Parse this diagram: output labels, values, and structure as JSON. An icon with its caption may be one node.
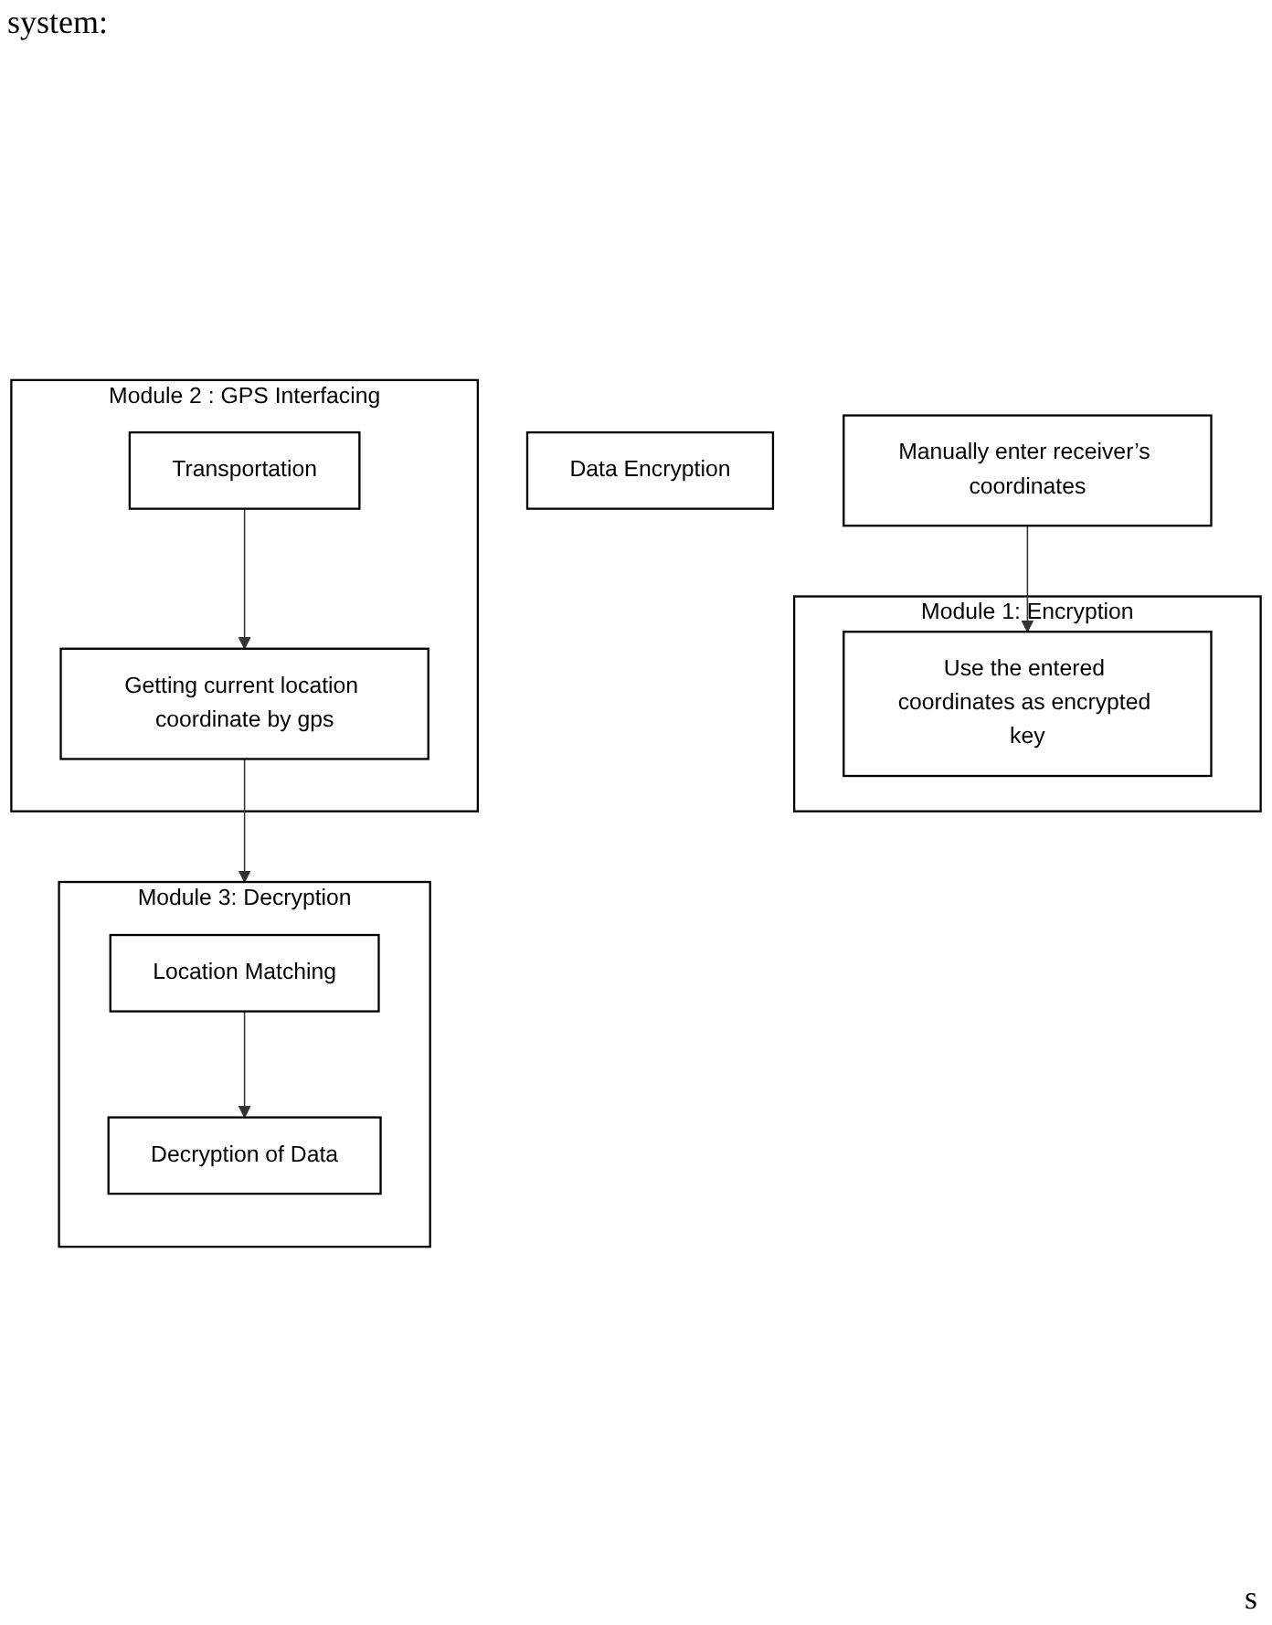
{
  "diagram": {
    "nodes": [
      {
        "text": [
          "Manually enter receiver’s coordinates"
        ]
      },
      {
        "text": [
          "Module 1: Encryption"
        ]
      },
      {
        "text": [
          "Use the entered coordinates as encrypted key"
        ],
        "in": 1
      },
      {
        "text": [
          "Data Encryption"
        ]
      },
      {
        "text": [
          "Module 2 : GPS Interfacing"
        ]
      },
      {
        "text": [
          "Getting current location coordinate by gps"
        ],
        "in": 4
      },
      {
        "text": [
          "Transportation"
        ],
        "in": 4
      },
      {
        "text": [
          "Module 3: Decryption"
        ]
      },
      {
        "text": [
          "Location Matching"
        ],
        "in": 7
      },
      {
        "text": [
          "Decryption of Data"
        ],
        "in": 7
      }
    ],
    "edges": [
      {
        "from": 0,
        "to": 2,
        "arrow": "to"
      },
      {
        "from": 6,
        "to": 5,
        "arrow": "to"
      },
      {
        "from": 5,
        "to": 7,
        "arrow": "to"
      },
      {
        "from": 8,
        "to": 9,
        "arrow": "to"
      }
    ],
    "labels": [
      "system:",
      "s"
    ]
  }
}
